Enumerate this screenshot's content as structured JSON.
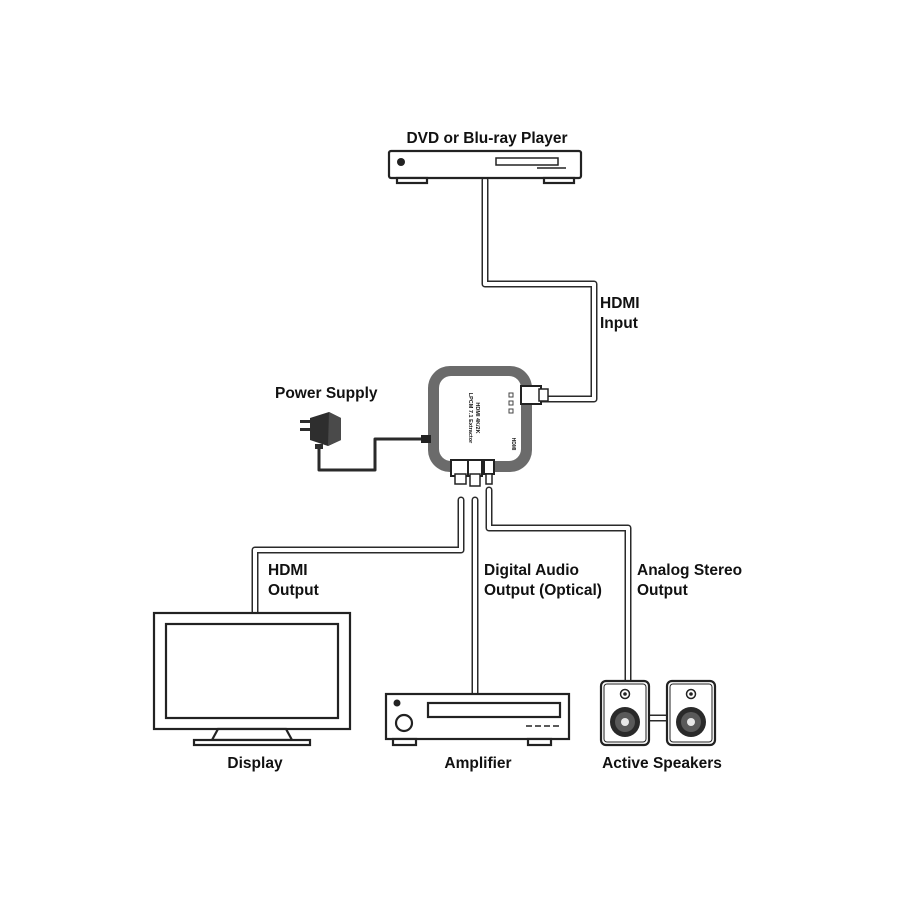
{
  "labels": {
    "source": "DVD or Blu-ray Player",
    "hdmi_input_1": "HDMI",
    "hdmi_input_2": "Input",
    "power_supply": "Power Supply",
    "hdmi_output_1": "HDMI",
    "hdmi_output_2": "Output",
    "optical_1": "Digital Audio",
    "optical_2": "Output (Optical)",
    "analog_1": "Analog Stereo",
    "analog_2": "Output",
    "display": "Display",
    "amplifier": "Amplifier",
    "speakers": "Active Speakers"
  },
  "device_text": {
    "model_line1": "HDMI 4K/2K",
    "model_line2": "LPCM 7.1 Extractor",
    "hdmi_port": "HDMI"
  },
  "colors": {
    "line": "#222222",
    "extractor_frame": "#6b6b6b",
    "background": "#ffffff"
  }
}
